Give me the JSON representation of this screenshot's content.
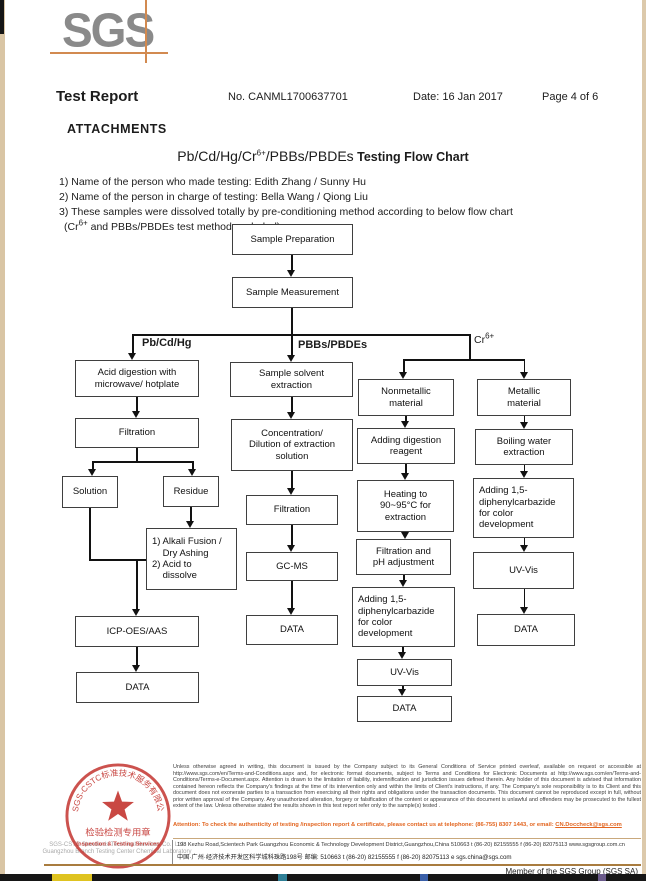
{
  "header": {
    "logo_text": "SGS",
    "doc_type": "Test Report",
    "report_no": "No. CANML1700637701",
    "date": "Date: 16 Jan 2017",
    "page": "Page 4 of 6"
  },
  "attachments": {
    "heading": "ATTACHMENTS",
    "title_prefix": "Pb/Cd/Hg/Cr",
    "title_sup": "6+",
    "title_suffix": "/PBBs/PBDEs",
    "title_bold": " Testing Flow Chart",
    "note1": "1) Name of the person who made testing: Edith Zhang / Sunny Hu",
    "note2": "2) Name of the person in charge of testing: Bella Wang / Qiong Liu",
    "note3": "3) These samples were dissolved totally by pre-conditioning method according to below flow chart",
    "note3b_prefix": "(Cr",
    "note3b_sup": "6+",
    "note3b_suffix": " and PBBs/PBDEs test method excluded)."
  },
  "flowchart": {
    "branch_labels": {
      "left": "Pb/Cd/Hg",
      "middle": "PBBs/PBDEs",
      "right_prefix": "Cr",
      "right_sup": "6+"
    },
    "boxes": [
      {
        "label": "Sample Preparation"
      },
      {
        "label": "Sample Measurement"
      },
      {
        "label": "Acid digestion with\nmicrowave/ hotplate"
      },
      {
        "label": "Sample solvent\nextraction"
      },
      {
        "label": "Nonmetallic\nmaterial"
      },
      {
        "label": "Metallic\nmaterial"
      },
      {
        "label": "Filtration"
      },
      {
        "label": "Concentration/\nDilution of extraction\nsolution"
      },
      {
        "label": "Adding digestion\nreagent"
      },
      {
        "label": "Boiling water\nextraction"
      },
      {
        "label": "Solution"
      },
      {
        "label": "Residue"
      },
      {
        "label": "Filtration"
      },
      {
        "label": "Heating to\n90~95°C for\nextraction"
      },
      {
        "label": "Adding 1,5-\ndiphenylcarbazide\nfor color\ndevelopment"
      },
      {
        "label": "1) Alkali Fusion /\n    Dry Ashing\n2) Acid to\n    dissolve"
      },
      {
        "label": "GC-MS"
      },
      {
        "label": "Filtration and\npH adjustment"
      },
      {
        "label": "UV-Vis"
      },
      {
        "label": "Adding 1,5-\ndiphenylcarbazide\nfor color\ndevelopment"
      },
      {
        "label": "ICP-OES/AAS"
      },
      {
        "label": "DATA"
      },
      {
        "label": "DATA"
      },
      {
        "label": "DATA"
      },
      {
        "label": "UV-Vis"
      },
      {
        "label": "DATA"
      }
    ]
  },
  "footer": {
    "disclaimer": "Unless otherwise agreed in writing, this document is issued by the Company subject to its General Conditions of Service printed overleaf, available on request or accessible at http://www.sgs.com/en/Terms-and-Conditions.aspx and, for electronic format documents, subject to Terms and Conditions for Electronic Documents at http://www.sgs.com/en/Terms-and-Conditions/Terms-e-Document.aspx. Attention is drawn to the limitation of liability, indemnification and jurisdiction issues defined therein. Any holder of this document is advised that information contained hereon reflects the Company's findings at the time of its intervention only and within the limits of Client's instructions, if any. The Company's sole responsibility is to its Client and this document does not exonerate parties to a transaction from exercising all their rights and obligations under the transaction documents. This document cannot be reproduced except in full, without prior written approval of the Company. Any unauthorized alteration, forgery or falsification of the content or appearance of this document is unlawful and offenders may be prosecuted to the fullest extent of the law. Unless otherwise stated the results shown in this test report refer only to the sample(s) tested .",
    "attention_text": "Attention: To check the authenticity of testing /inspection report & certificate, please contact us at telephone: (86-755) 8307 1443, or email: ",
    "attention_email": "CN.Doccheck@sgs.com",
    "address_line1": "198 Kezhu Road,Scientech Park Guangzhou Economic & Technology Development District,Guangzhou,China 510663   t (86-20) 82155555   f (86-20) 82075113   www.sgsgroup.com.cn",
    "address_line2": "中国·广州·经济技术开发区科学城科珠路198号      邮编: 510663   t (86-20) 82155555   f (86-20) 82075113   e sgs.china@sgs.com",
    "member_text": "Member of the SGS Group (SGS SA)",
    "company_line1": "SGS-CSTC Standards Technical Services Co., Ltd.",
    "company_line2": "Guangzhou Branch Testing Center Chemical Laboratory",
    "stamp": {
      "ring_text": "SGS-CSTC标准技术服务有限公司广州分公司",
      "line1": "检验检测专用章",
      "line2": "Inspection & Testing Services",
      "color": "#c3342f"
    }
  },
  "colors": {
    "accent_orange": "#d28a50",
    "logo_gray": "#8a8a8a",
    "attention_orange": "#e2641e",
    "stamp_red": "#c3342f",
    "rule_brown": "#a97c3f"
  }
}
